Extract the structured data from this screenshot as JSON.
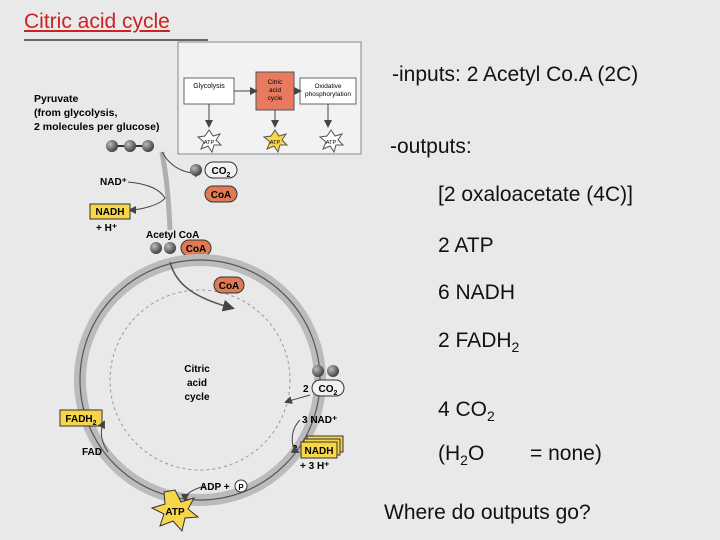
{
  "slide": {
    "title": "Citric acid cycle",
    "inputs": "-inputs:   2 Acetyl Co.A (2C)",
    "outputs_label": "-outputs:",
    "outputs": {
      "oxaloacetate": "[2 oxaloacetate (4C)]",
      "atp": "2 ATP",
      "nadh": "6 NADH",
      "fadh2_main": "2 FADH",
      "fadh2_sub": "2",
      "co2_main": "4 CO",
      "co2_sub": "2",
      "h2o_a": "(H",
      "h2o_sub": "2",
      "h2o_b": "O",
      "none": "=  none)"
    },
    "question": "Where do outputs go?"
  },
  "diagram": {
    "pyruvate": [
      "Pyruvate",
      "(from glycolysis,",
      "2 molecules per glucose)"
    ],
    "inset": {
      "glycolysis": "Glycolysis",
      "citric": [
        "Citric",
        "acid",
        "cycle"
      ],
      "oxidative": [
        "Oxidative",
        "phosphorylation"
      ],
      "atp": "ATP"
    },
    "co2": "CO",
    "co2_sub": "2",
    "coa": "CoA",
    "nad_plus": "NAD⁺",
    "nadh": "NADH",
    "h_plus": "+ H⁺",
    "acetyl_coa": "Acetyl CoA",
    "cycle_label": [
      "Citric",
      "acid",
      "cycle"
    ],
    "two_co2": "2",
    "three_nad": "3 NAD⁺",
    "three_nadh_prefix": "3",
    "three_nadh": "NADH",
    "three_h": "+ 3 H⁺",
    "fadh2": "FADH",
    "fadh2_sub": "2",
    "fad": "FAD",
    "adp": "ADP +",
    "pi": "P",
    "atp": "ATP"
  },
  "colors": {
    "title": "#cc2222",
    "coa": "#e07a55",
    "highlight": "#f7d64a",
    "background": "#e9e9e9"
  }
}
